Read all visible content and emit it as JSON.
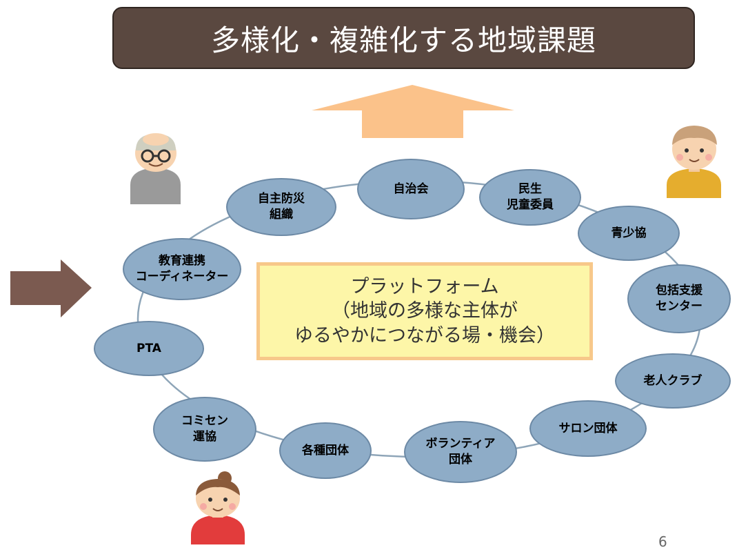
{
  "title": "多様化・複雑化する地域課題",
  "platform": "プラットフォーム\n（地域の多様な主体が\nゆるやかにつながる場・機会）",
  "nodes": {
    "jichikai": "自治会",
    "minsei": "民生\n児童委員",
    "seishokyo": "青少協",
    "houkatsu": "包括支援\nセンター",
    "roujin": "老人クラブ",
    "salon": "サロン団体",
    "volunteer": "ボランティア\n団体",
    "kakushu": "各種団体",
    "komisen": "コミセン\n運協",
    "pta": "PTA",
    "kyoiku": "教育連携\nコーディネーター",
    "jishu": "自主防災\n組織"
  },
  "page_number": "6",
  "colors": {
    "title_bg": "#5a4840",
    "node_fill": "#8eacc7",
    "node_border": "#6c89a5",
    "platform_fill": "#fdf6a8",
    "platform_border": "#f7c88a",
    "up_arrow": "#fbc28a",
    "side_arrow": "#7b5a50"
  },
  "icons": [
    "elderly-man-icon",
    "man-icon",
    "woman-icon",
    "up-arrow-icon",
    "right-arrow-icon"
  ]
}
